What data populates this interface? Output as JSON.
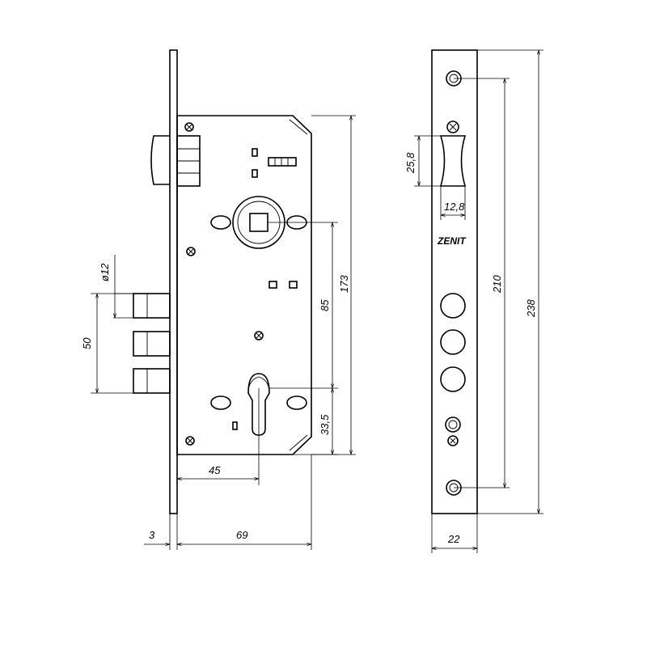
{
  "brand_marking": "ZENIT",
  "dimensions": {
    "bolt_diameter": "ø12",
    "bolt_spacing": "50",
    "backset_center": "85",
    "body_height": "173",
    "cylinder_offset": "33,5",
    "backset": "45",
    "faceplate_thickness": "3",
    "body_depth": "69",
    "latch_height": "25,8",
    "latch_width": "12,8",
    "screw_spacing": "210",
    "faceplate_length": "238",
    "faceplate_width": "22"
  }
}
